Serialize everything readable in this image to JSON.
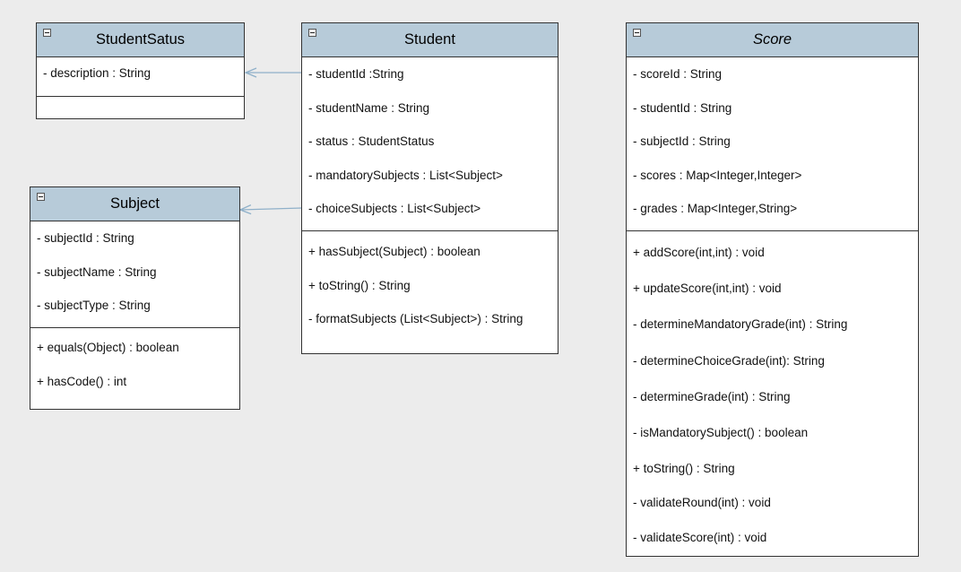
{
  "classes": {
    "student_status": {
      "name": "StudentSatus",
      "attributes": [
        "- description : String"
      ],
      "operations": []
    },
    "student": {
      "name": "Student",
      "attributes": [
        "- studentId :String",
        "- studentName : String",
        "- status : StudentStatus",
        "- mandatorySubjects : List<Subject>",
        "- choiceSubjects : List<Subject>"
      ],
      "operations": [
        "+ hasSubject(Subject) : boolean",
        "+ toString() : String",
        "- formatSubjects (List<Subject>) : String"
      ]
    },
    "subject": {
      "name": "Subject",
      "attributes": [
        "- subjectId : String",
        "- subjectName : String",
        "- subjectType : String"
      ],
      "operations": [
        "+ equals(Object) : boolean",
        "+ hasCode() : int"
      ]
    },
    "score": {
      "name": "Score",
      "attributes": [
        "- scoreId : String",
        "- studentId : String",
        "- subjectId : String",
        "- scores : Map<Integer,Integer>",
        "- grades : Map<Integer,String>"
      ],
      "operations": [
        "+ addScore(int,int) : void",
        "+ updateScore(int,int) : void",
        "- determineMandatoryGrade(int) : String",
        "- determineChoiceGrade(int): String",
        "- determineGrade(int) : String",
        "- isMandatorySubject() : boolean",
        "+ toString() : String",
        "- validateRound(int) : void",
        "- validateScore(int) : void"
      ]
    }
  },
  "relations": [
    {
      "from": "Student",
      "to": "StudentSatus",
      "type": "association"
    },
    {
      "from": "Student",
      "to": "Subject",
      "type": "association"
    }
  ],
  "colors": {
    "background": "#ececec",
    "header": "#b7cbd9",
    "border": "#333333",
    "arrow": "#8fb0c9"
  }
}
